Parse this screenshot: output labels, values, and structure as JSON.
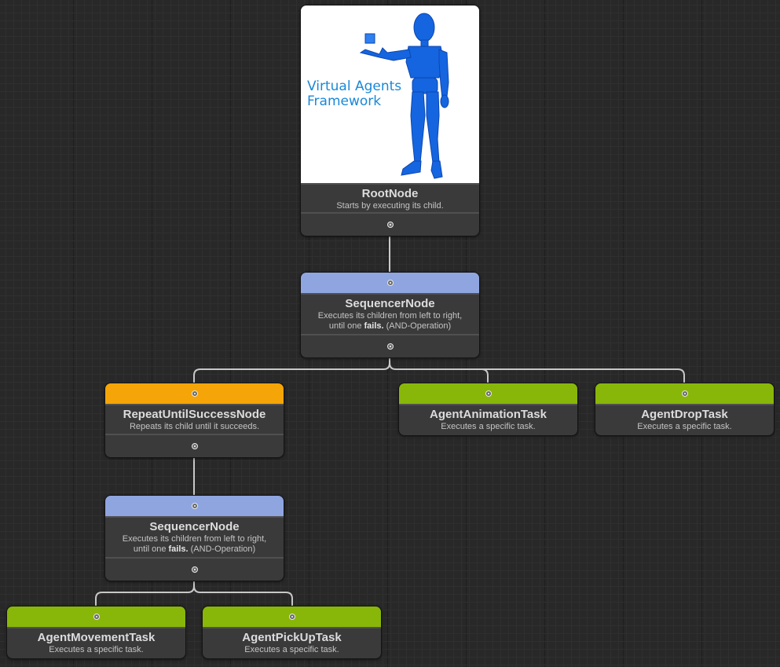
{
  "root": {
    "image_text_line1": "Virtual Agents",
    "image_text_line2": "Framework",
    "title": "RootNode",
    "description": "Starts by executing its child."
  },
  "sequencer_top": {
    "title": "SequencerNode",
    "desc_line1": "Executes its children from left to right,",
    "desc_pre": "until one ",
    "desc_bold": "fails.",
    "desc_post": " (AND-Operation)"
  },
  "repeat": {
    "title": "RepeatUntilSuccessNode",
    "description": "Repeats its child until it succeeds."
  },
  "animation_task": {
    "title": "AgentAnimationTask",
    "description": "Executes a specific task."
  },
  "drop_task": {
    "title": "AgentDropTask",
    "description": "Executes a specific task."
  },
  "sequencer_bottom": {
    "title": "SequencerNode",
    "desc_line1": "Executes its children from left to right,",
    "desc_pre": "until one ",
    "desc_bold": "fails.",
    "desc_post": " (AND-Operation)"
  },
  "movement_task": {
    "title": "AgentMovementTask",
    "description": "Executes a specific task."
  },
  "pickup_task": {
    "title": "AgentPickUpTask",
    "description": "Executes a specific task."
  },
  "colors": {
    "canvas": "#282828",
    "node_body": "#3a3a3a",
    "composite_header": "#8ea5e0",
    "decorator_header": "#f5a507",
    "task_header": "#88b70a",
    "edge": "#c8c8c8",
    "brand_text": "#1a88d8",
    "figure": "#1565e0"
  }
}
